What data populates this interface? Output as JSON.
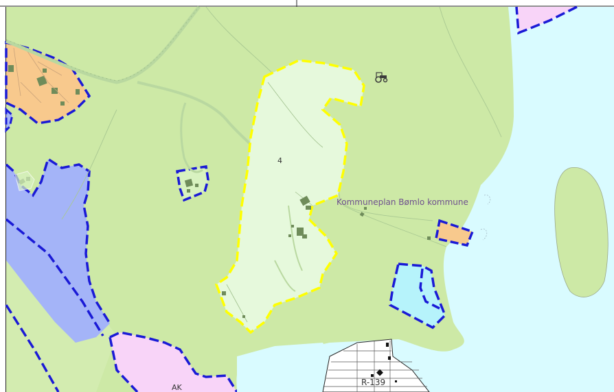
{
  "map": {
    "labels": {
      "zone_number": "4",
      "plan_name": "Kommuneplan Bømlo kommune",
      "road_code": "R-139",
      "area_code": "AK"
    },
    "icons": {
      "tractor": "tractor-icon"
    },
    "colors": {
      "land_green": "#cde9a6",
      "water": "#d9fbff",
      "zone_light_green": "#e6f9dc",
      "zone_orange": "#f8c98d",
      "zone_pink": "#f8d4f8",
      "zone_blue_purple": "#a4b4f8",
      "zone_cyan": "#b6f3fb",
      "boundary_blue": "#1a1ad6",
      "boundary_yellow": "#ffff00",
      "building": "#6f8c5a"
    }
  }
}
